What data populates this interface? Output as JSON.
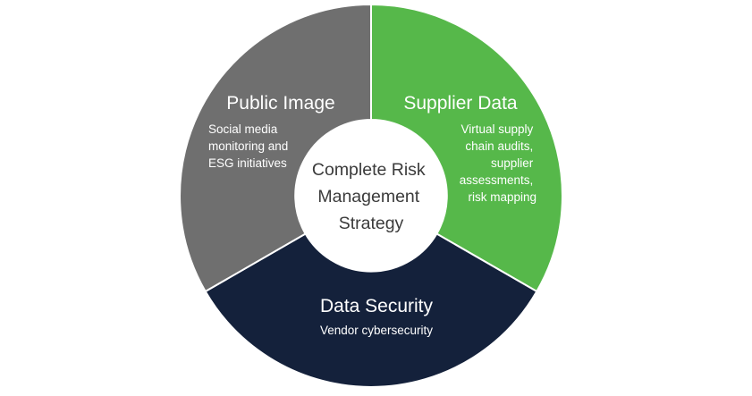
{
  "diagram": {
    "center": {
      "lines": [
        "Complete Risk",
        "Management",
        "Strategy"
      ]
    },
    "segments": [
      {
        "title": "Supplier Data",
        "body": [
          "Virtual supply",
          "chain audits,",
          "supplier",
          "assessments,",
          "risk mapping"
        ],
        "color": "#56b84a"
      },
      {
        "title": "Data Security",
        "body": [
          "Vendor cybersecurity"
        ],
        "color": "#14213b"
      },
      {
        "title": "Public Image",
        "body": [
          "Social media",
          "monitoring and",
          "ESG initiatives"
        ],
        "color": "#6f6f6f"
      }
    ]
  }
}
